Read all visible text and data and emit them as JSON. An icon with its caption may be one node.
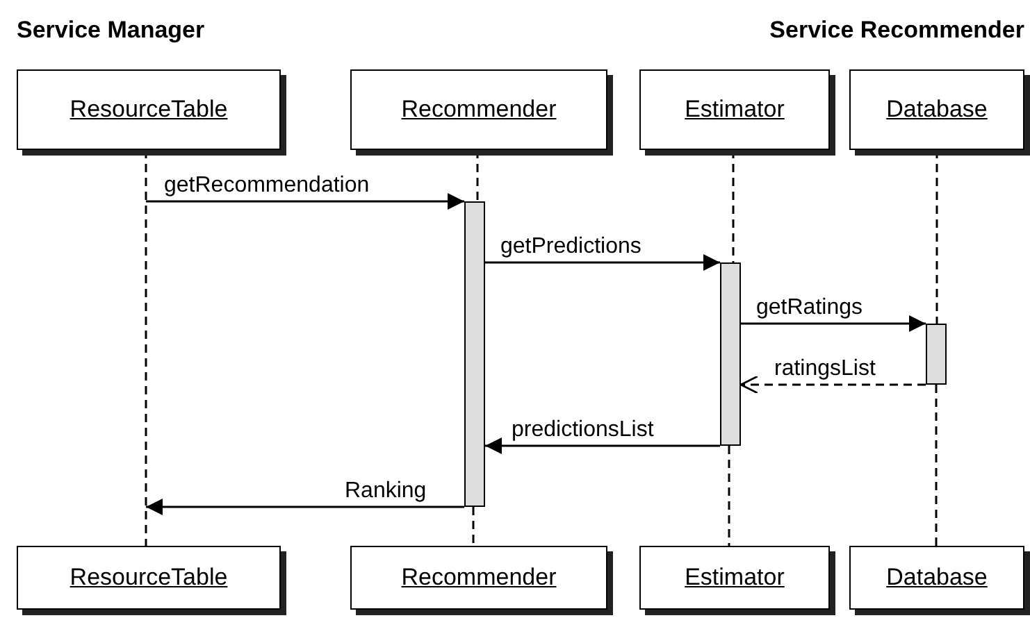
{
  "diagram": {
    "nodes": [
      {
        "text": [
          "ResourceTable"
        ]
      },
      {
        "text": [
          "Recommender"
        ]
      },
      {
        "text": [
          "Estimator"
        ]
      },
      {
        "text": [
          "Database"
        ]
      },
      {
        "text": [
          "ResourceTable"
        ]
      },
      {
        "text": [
          "Recommender"
        ]
      },
      {
        "text": [
          "Estimator"
        ]
      },
      {
        "text": [
          "Database"
        ]
      },
      {
        "text": [],
        "shape": "bar"
      },
      {
        "text": [],
        "shape": "bar"
      },
      {
        "text": [],
        "shape": "bar"
      }
    ],
    "edges": [
      {
        "from": 0,
        "to": 4,
        "arrow": "none",
        "style": "dashed"
      },
      {
        "from": 1,
        "to": 8,
        "arrow": "none",
        "style": "dashed"
      },
      {
        "from": 8,
        "to": 5,
        "arrow": "none",
        "style": "dashed"
      },
      {
        "from": 2,
        "to": 9,
        "arrow": "none",
        "style": "dashed"
      },
      {
        "from": 9,
        "to": 6,
        "arrow": "none",
        "style": "dashed"
      },
      {
        "from": 3,
        "to": 10,
        "arrow": "none",
        "style": "dashed"
      },
      {
        "from": 10,
        "to": 7,
        "arrow": "none",
        "style": "dashed"
      },
      {
        "from": null,
        "to": 8,
        "arrow": "to",
        "label": "getRecommendation"
      },
      {
        "from": 8,
        "to": 9,
        "arrow": "to",
        "label": "getPredictions"
      },
      {
        "from": 9,
        "to": 10,
        "arrow": "to",
        "label": "getRatings"
      },
      {
        "from": 10,
        "to": 9,
        "arrow": "to",
        "label": "ratingsList",
        "style": "dashed"
      },
      {
        "from": 9,
        "to": 8,
        "arrow": "to",
        "label": "predictionsList"
      },
      {
        "from": 8,
        "to": null,
        "arrow": "to",
        "label": "Ranking"
      }
    ],
    "labels": [
      "Service Manager",
      "Service Recommender"
    ]
  }
}
